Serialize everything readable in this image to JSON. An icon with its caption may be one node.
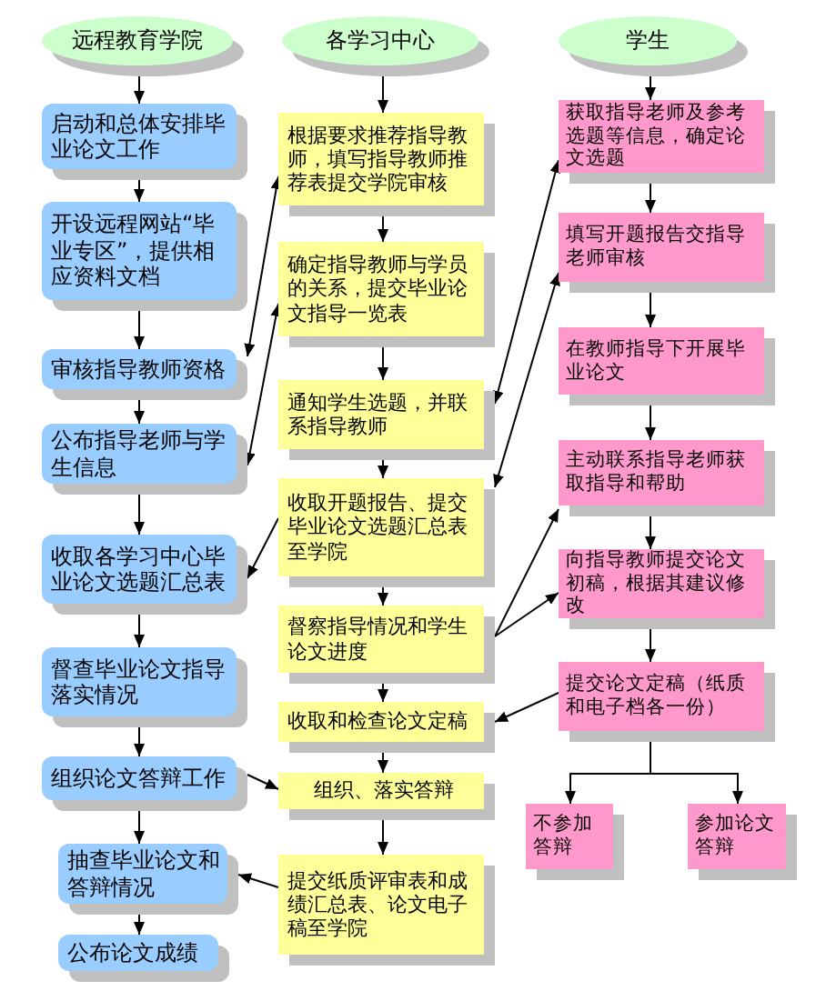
{
  "diagram": {
    "nodes": [
      {
        "text": [
          "远程教育学院"
        ]
      },
      {
        "text": [
          "启动和总体安排毕业论文工作"
        ]
      },
      {
        "text": [
          "开设远程网站“毕业专区”，提供相应资料文档"
        ]
      },
      {
        "text": [
          "审核指导教师资格"
        ]
      },
      {
        "text": [
          "公布指导老师与学生信息"
        ]
      },
      {
        "text": [
          "收取各学习中心毕业论文选题汇总表"
        ]
      },
      {
        "text": [
          "督查毕业论文指导落实情况"
        ]
      },
      {
        "text": [
          "组织论文答辩工作"
        ]
      },
      {
        "text": [
          "抽查毕业论文和答辩情况"
        ]
      },
      {
        "text": [
          "公布论文成绩"
        ]
      },
      {
        "text": [
          "各学习中心"
        ]
      },
      {
        "text": [
          "根据要求推荐指导教师，填写指导教师推荐表提交学院审核"
        ]
      },
      {
        "text": [
          "确定指导教师与学员的关系，提交毕业论文指导一览表"
        ]
      },
      {
        "text": [
          "通知学生选题，并联系指导教师"
        ]
      },
      {
        "text": [
          "收取开题报告、提交毕业论文选题汇总表至学院"
        ]
      },
      {
        "text": [
          "督察指导情况和学生论文进度"
        ]
      },
      {
        "text": [
          "收取和检查论文定稿"
        ]
      },
      {
        "text": [
          "组织、落实答辩"
        ]
      },
      {
        "text": [
          "提交纸质评审表和成绩汇总表、论文电子稿至学院"
        ]
      },
      {
        "text": [
          "学生"
        ]
      },
      {
        "text": [
          "获取指导老师及参考选题等信息，确定论文选题"
        ]
      },
      {
        "text": [
          "填写开题报告交指导老师审核"
        ]
      },
      {
        "text": [
          "在教师指导下开展毕业论文"
        ]
      },
      {
        "text": [
          "主动联系指导老师获取指导和帮助"
        ]
      },
      {
        "text": [
          "向指导教师提交论文初稿，根据其建议修改"
        ]
      },
      {
        "text": [
          "提交论文定稿（纸质和电子档各一份）"
        ]
      },
      {
        "text": [
          "不参加答辩"
        ]
      },
      {
        "text": [
          "参加论文答辩"
        ]
      }
    ],
    "edges": [
      {
        "from": 0,
        "to": 1,
        "arrow": "to"
      },
      {
        "from": 1,
        "to": 2,
        "arrow": "to"
      },
      {
        "from": 2,
        "to": 3,
        "arrow": "to"
      },
      {
        "from": 3,
        "to": 4,
        "arrow": "to"
      },
      {
        "from": 4,
        "to": 5,
        "arrow": "to"
      },
      {
        "from": 5,
        "to": 6,
        "arrow": "to"
      },
      {
        "from": 6,
        "to": 7,
        "arrow": "to"
      },
      {
        "from": 7,
        "to": 8,
        "arrow": "to"
      },
      {
        "from": 8,
        "to": 9,
        "arrow": "to"
      },
      {
        "from": 10,
        "to": 11,
        "arrow": "to"
      },
      {
        "from": 11,
        "to": 12,
        "arrow": "to"
      },
      {
        "from": 12,
        "to": 13,
        "arrow": "to"
      },
      {
        "from": 13,
        "to": 14,
        "arrow": "to"
      },
      {
        "from": 14,
        "to": 15,
        "arrow": "to"
      },
      {
        "from": 15,
        "to": 16,
        "arrow": "to"
      },
      {
        "from": 16,
        "to": 17,
        "arrow": "to"
      },
      {
        "from": 17,
        "to": 18,
        "arrow": "to"
      },
      {
        "from": 19,
        "to": 20,
        "arrow": "to"
      },
      {
        "from": 20,
        "to": 21,
        "arrow": "to"
      },
      {
        "from": 21,
        "to": 22,
        "arrow": "to"
      },
      {
        "from": 22,
        "to": 23,
        "arrow": "to"
      },
      {
        "from": 23,
        "to": 24,
        "arrow": "to"
      },
      {
        "from": 24,
        "to": 25,
        "arrow": "to"
      },
      {
        "from": 25,
        "to": 26,
        "arrow": "to"
      },
      {
        "from": 25,
        "to": 27,
        "arrow": "to"
      },
      {
        "from": 3,
        "to": 11,
        "arrow": "both"
      },
      {
        "from": 4,
        "to": 12,
        "arrow": "both"
      },
      {
        "from": 14,
        "to": 5,
        "arrow": "to"
      },
      {
        "from": 7,
        "to": 17,
        "arrow": "to"
      },
      {
        "from": 18,
        "to": 8,
        "arrow": "to"
      },
      {
        "from": 20,
        "to": 13,
        "arrow": "both"
      },
      {
        "from": 21,
        "to": 14,
        "arrow": "both"
      },
      {
        "from": 15,
        "to": 23,
        "arrow": "to"
      },
      {
        "from": 15,
        "to": 24,
        "arrow": "to"
      },
      {
        "from": 25,
        "to": 16,
        "arrow": "to"
      }
    ]
  }
}
